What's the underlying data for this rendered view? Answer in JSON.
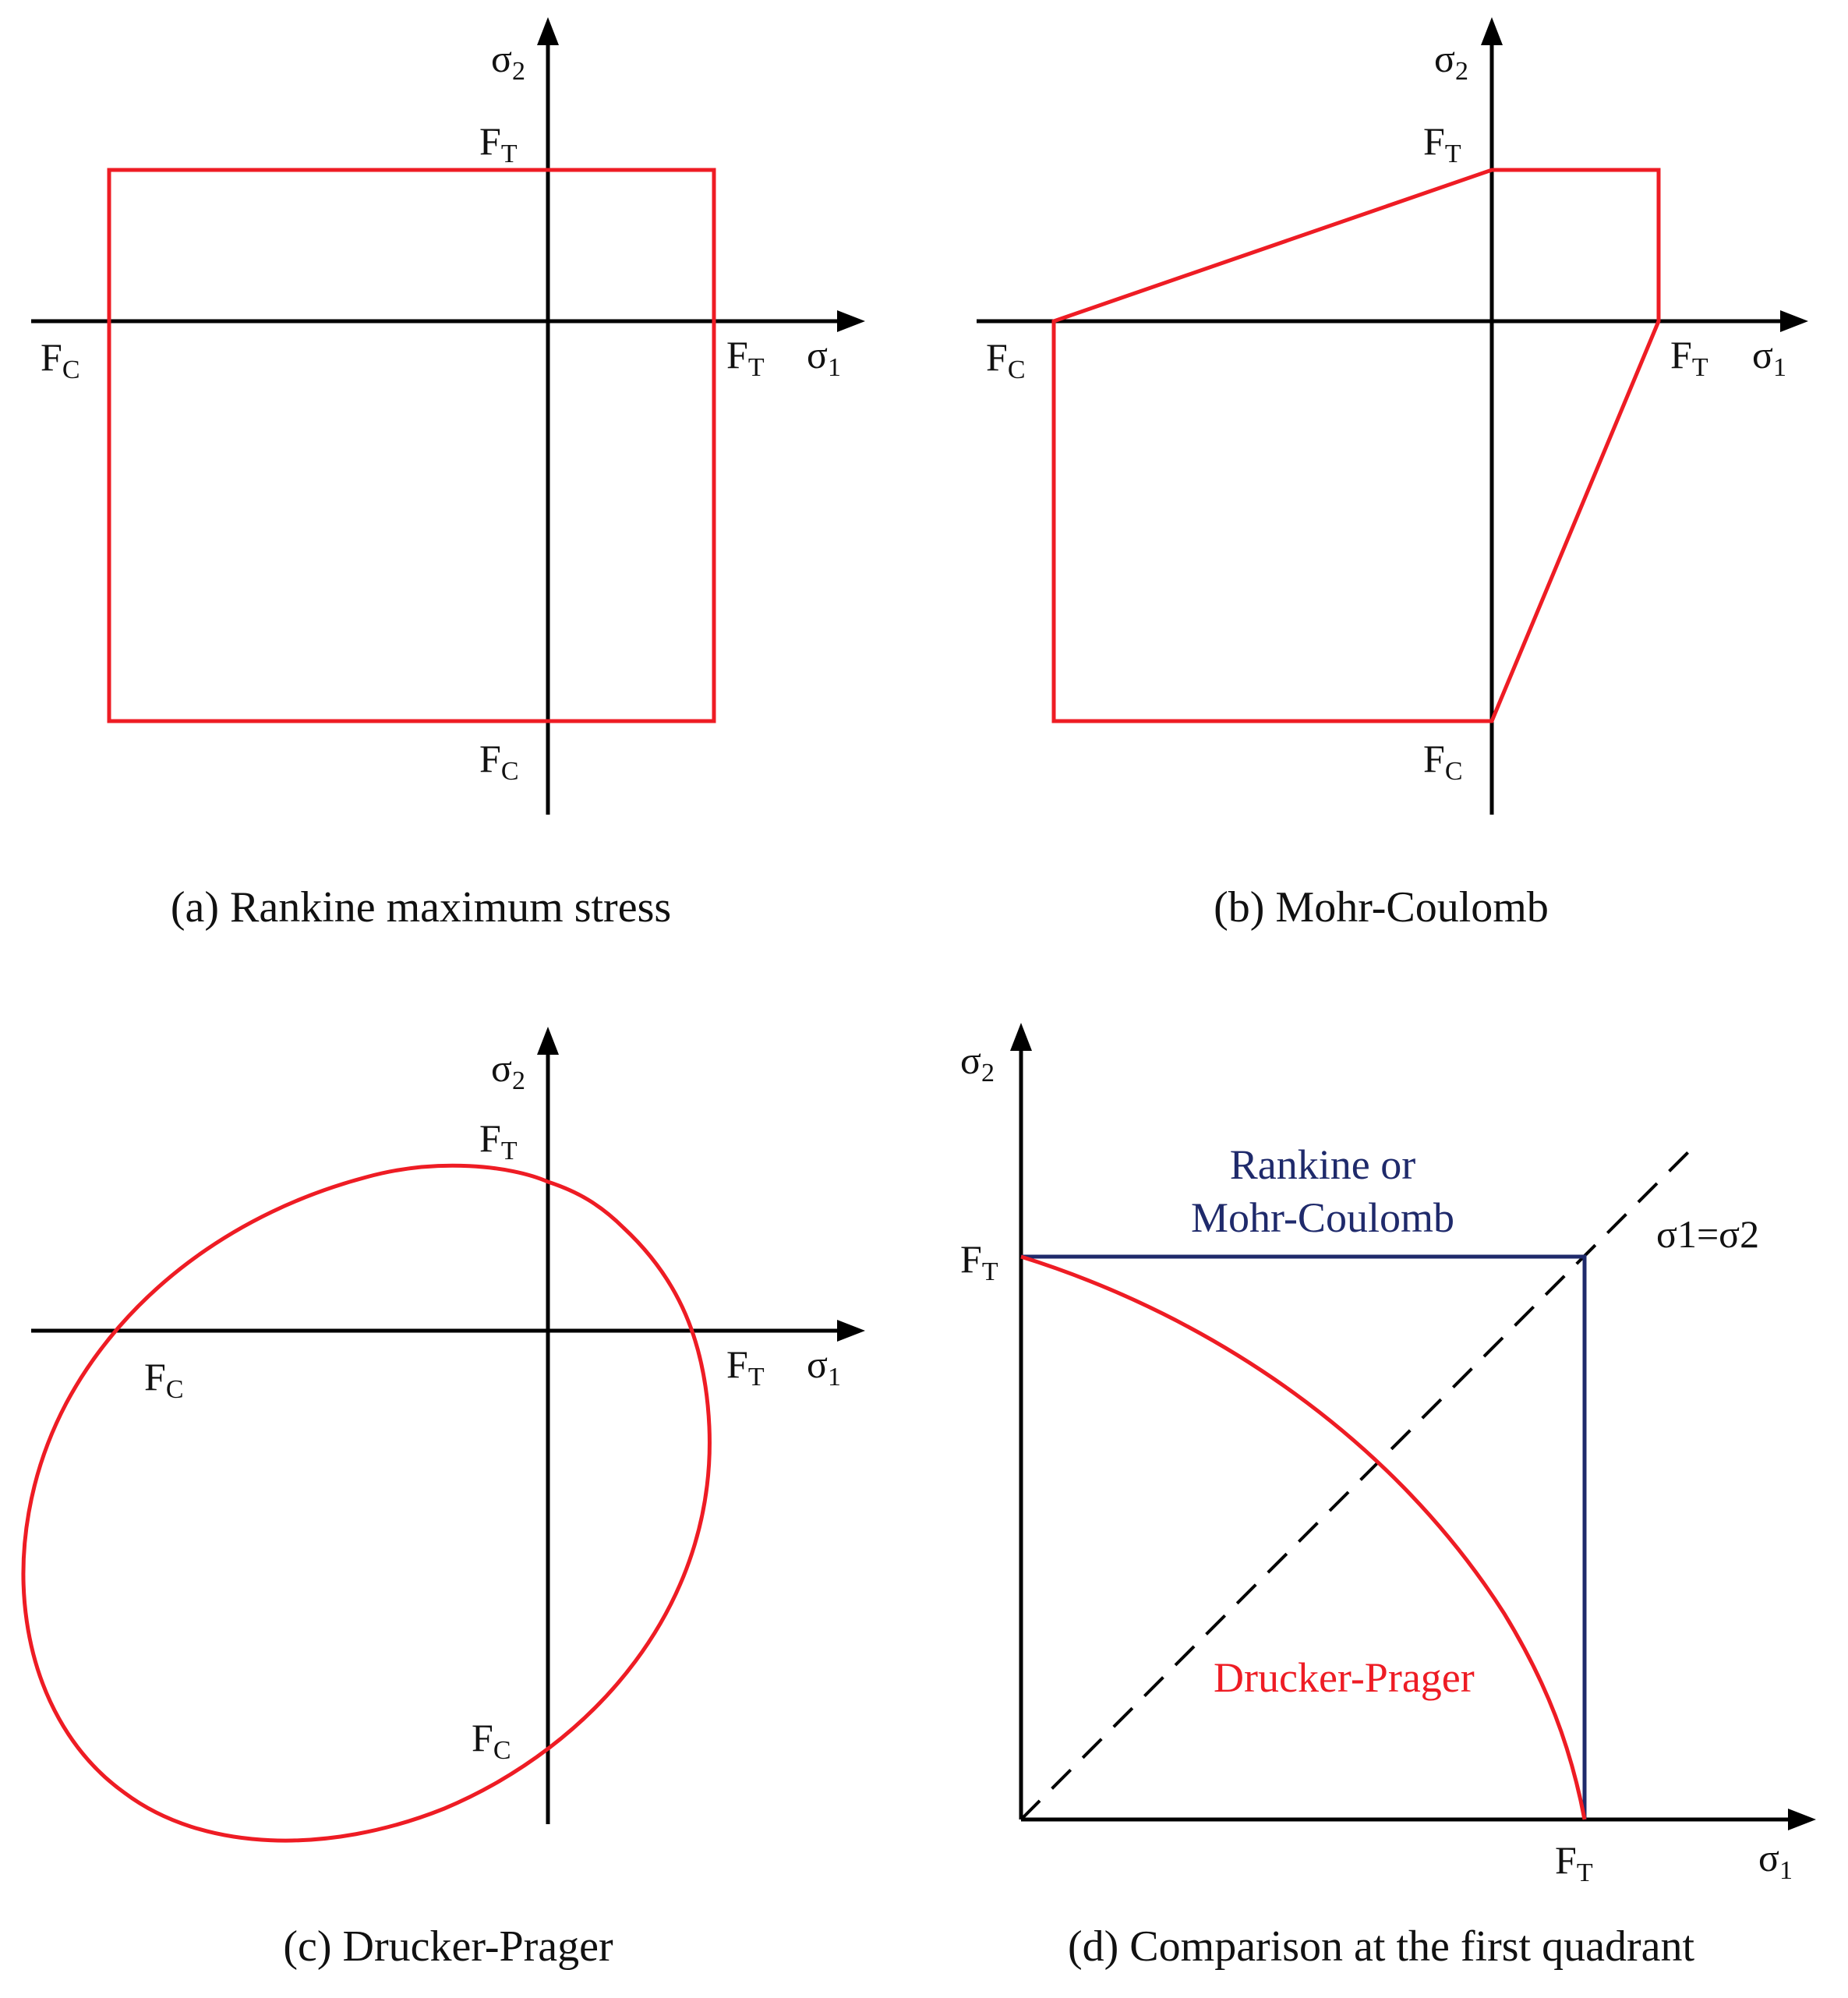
{
  "colors": {
    "axis": "#000000",
    "red": "#ee1c24",
    "navy": "#1f2a6b"
  },
  "axis_labels": {
    "sigma1": "σ",
    "sigma2": "σ",
    "sub1": "1",
    "sub2": "2"
  },
  "strength_labels": {
    "F": "F",
    "T": "T",
    "C": "C"
  },
  "panels": {
    "a": {
      "caption": "(a) Rankine maximum stress"
    },
    "b": {
      "caption": "(b) Mohr-Coulomb"
    },
    "c": {
      "caption": "(c) Drucker-Prager"
    },
    "d": {
      "caption": "(d) Comparison at the first quadrant",
      "legend_rankine_line1": "Rankine or",
      "legend_rankine_line2": "Mohr-Coulomb",
      "legend_drucker": "Drucker-Prager",
      "diagonal_label": "σ1=σ2"
    }
  }
}
